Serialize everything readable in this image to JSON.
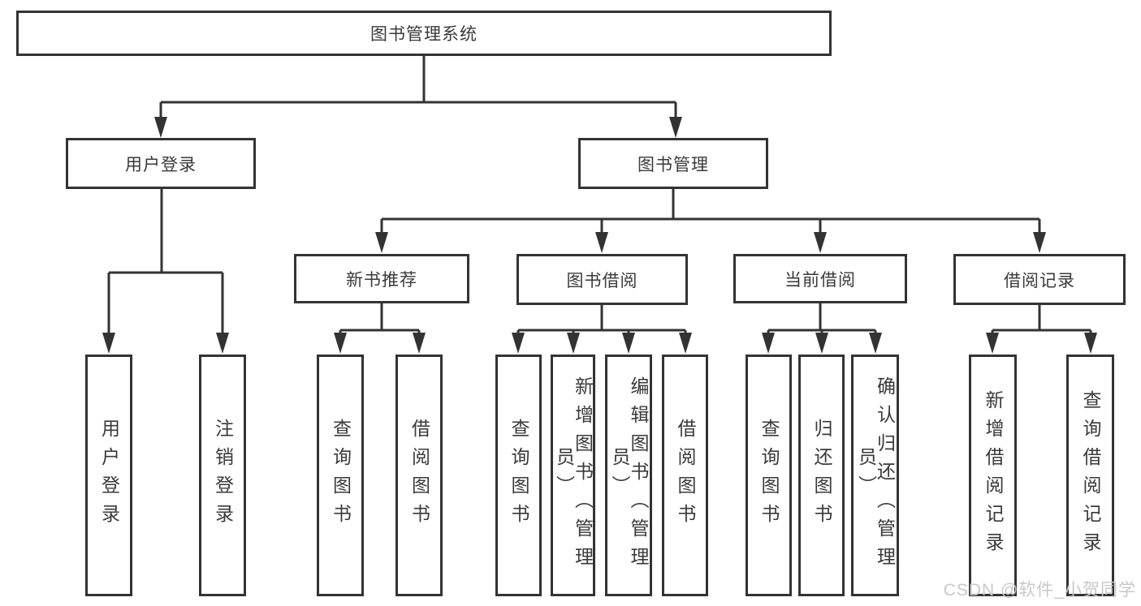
{
  "diagram": {
    "nodes": {
      "root": "图书管理系统",
      "user_login": "用户登录",
      "book_management": "图书管理",
      "new_book_recommend": "新书推荐",
      "book_borrow": "图书借阅",
      "current_borrow": "当前借阅",
      "borrow_records": "借阅记录"
    },
    "leaves": {
      "user_login_login": "用户登录",
      "user_login_logout": "注销登录",
      "new_book_query": "查询图书",
      "new_book_borrow": "借阅图书",
      "borrow_query": "查询图书",
      "borrow_add": "新增图书（管理员）",
      "borrow_edit": "编辑图书（管理员）",
      "borrow_borrow": "借阅图书",
      "current_query": "查询图书",
      "current_return": "归还图书",
      "current_confirm": "确认归还（管理员）",
      "records_add": "新增借阅记录",
      "records_query": "查询借阅记录"
    },
    "watermark": "CSDN @软件_小贺同学",
    "colors": {
      "line": "#333333",
      "box_border": "#333333",
      "text": "#3a3a3a",
      "watermark": "#c8c8c8",
      "background": "#ffffff"
    }
  }
}
